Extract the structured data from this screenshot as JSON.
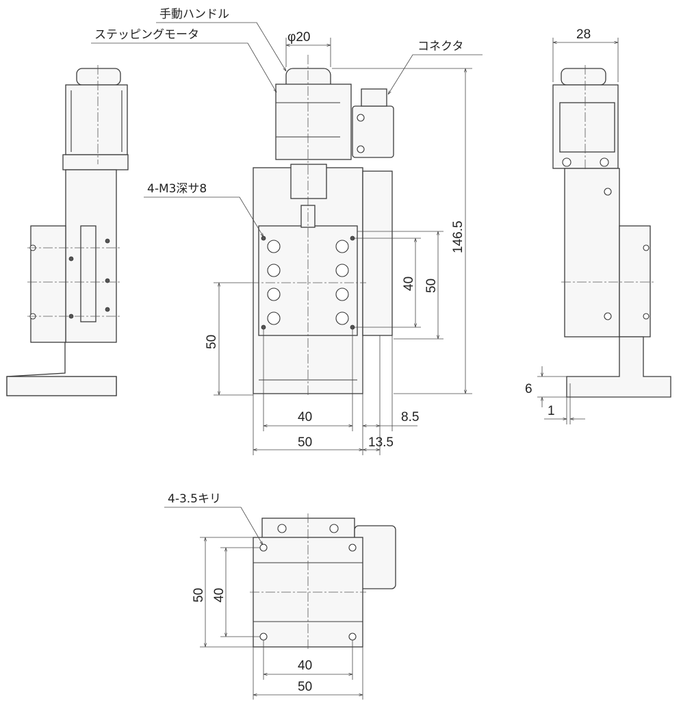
{
  "labels": {
    "manual_handle": "手動ハンドル",
    "stepping_motor": "ステッピングモータ",
    "connector": "コネクタ",
    "tapped_holes": "4-M3深サ8",
    "through_holes": "4-3.5キリ"
  },
  "dimensions": {
    "handle_dia": "φ20",
    "side_width": "28",
    "total_height": "146.5",
    "hole_pitch_v": "40",
    "table_v": "50",
    "stroke_left": "50",
    "hole_pitch_h": "40",
    "base_width": "50",
    "offset_8_5": "8.5",
    "offset_13_5": "13.5",
    "foot_6": "6",
    "foot_1": "1",
    "bottom_v50": "50",
    "bottom_v40": "40",
    "bottom_h40": "40",
    "bottom_h50": "50"
  }
}
